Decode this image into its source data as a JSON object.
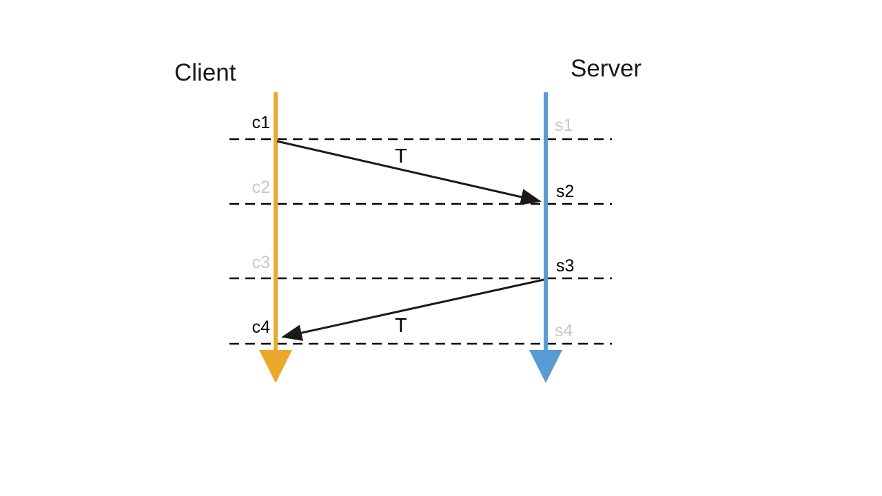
{
  "diagram": {
    "type": "sequence-timing-diagram",
    "actors": {
      "client": {
        "title": "Client"
      },
      "server": {
        "title": "Server"
      }
    },
    "client_events": [
      {
        "label": "c1",
        "emphasis": "dark"
      },
      {
        "label": "c2",
        "emphasis": "light"
      },
      {
        "label": "c3",
        "emphasis": "light"
      },
      {
        "label": "c4",
        "emphasis": "dark"
      }
    ],
    "server_events": [
      {
        "label": "s1",
        "emphasis": "light"
      },
      {
        "label": "s2",
        "emphasis": "dark"
      },
      {
        "label": "s3",
        "emphasis": "dark"
      },
      {
        "label": "s4",
        "emphasis": "light"
      }
    ],
    "messages": [
      {
        "label": "T",
        "from": "c1",
        "to": "s2",
        "direction": "client-to-server"
      },
      {
        "label": "T",
        "from": "s3",
        "to": "c4",
        "direction": "server-to-client"
      }
    ],
    "colors": {
      "client_lifeline": "#EAA92B",
      "server_lifeline": "#5B9BD5",
      "dashed_line": "#000000",
      "arrow": "#1a1a1a",
      "dark_label": "#000000",
      "muted_label": "#C8C8C8"
    }
  }
}
